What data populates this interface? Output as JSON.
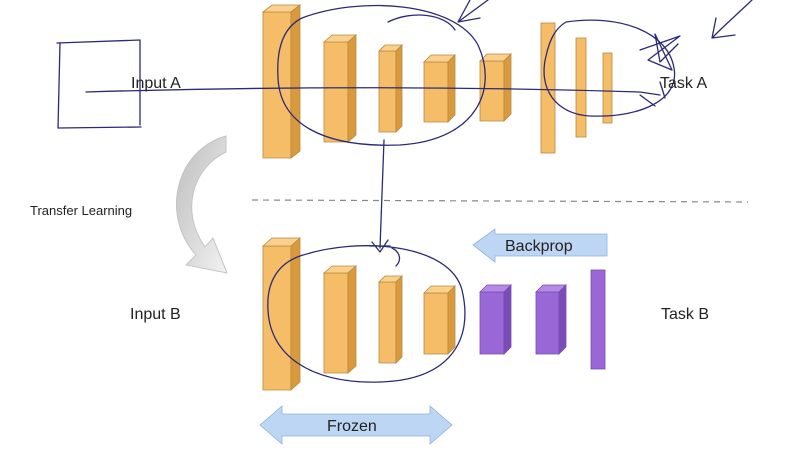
{
  "labels": {
    "input_a": "Input A",
    "task_a": "Task A",
    "transfer_learning": "Transfer Learning",
    "input_b": "Input B",
    "task_b": "Task B",
    "backprop": "Backprop",
    "frozen": "Frozen"
  },
  "colors": {
    "orange_face": "#f6bd69",
    "orange_top": "#f9d08e",
    "orange_side": "#d99a3d",
    "orange_edge": "#b88a3e",
    "purple_face": "#9a68d6",
    "purple_top": "#b48ae5",
    "purple_side": "#7a4cb5",
    "arrow_blue": "#bcd6f3",
    "arrow_blue_edge": "#8fb2db",
    "ink": "#2c2a78",
    "divider": "#888888",
    "grey_arrow": "#d3d3d3"
  }
}
